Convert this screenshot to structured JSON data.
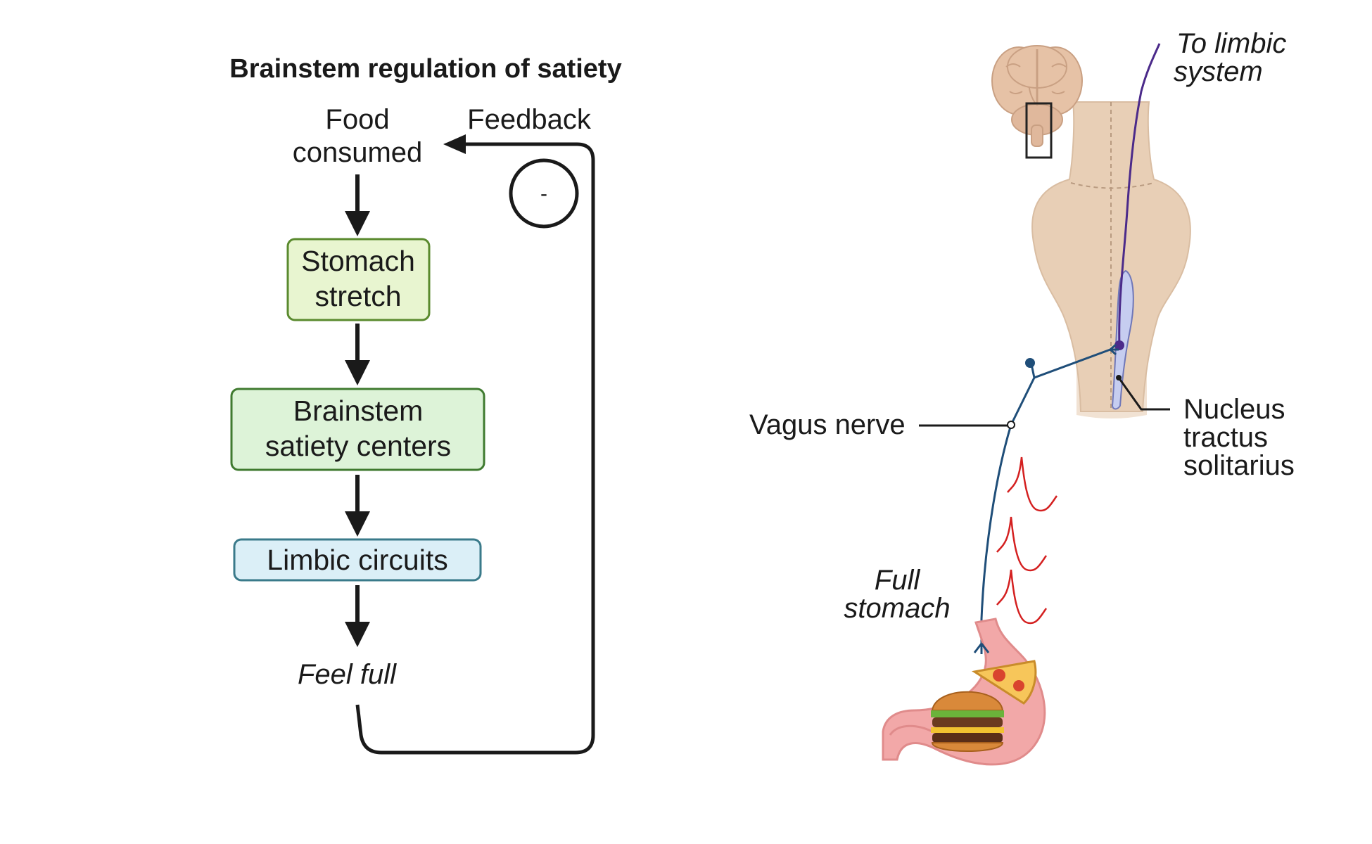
{
  "flowchart": {
    "title": "Brainstem regulation of satiety",
    "start": {
      "line1": "Food",
      "line2": "consumed"
    },
    "feedback": {
      "label": "Feedback",
      "sign": "-"
    },
    "nodes": [
      {
        "line1": "Stomach",
        "line2": "stretch",
        "fill": "#e8f5d0",
        "stroke": "#5a8a2e"
      },
      {
        "line1": "Brainstem",
        "line2": "satiety centers",
        "fill": "#ddf3d8",
        "stroke": "#3f7a2f"
      },
      {
        "line1": "Limbic circuits",
        "fill": "#dbeff7",
        "stroke": "#3a7a8a"
      }
    ],
    "end": "Feel full"
  },
  "anatomy": {
    "to_limbic": {
      "line1": "To limbic",
      "line2": "system"
    },
    "vagus_nerve": "Vagus nerve",
    "nts": {
      "line1": "Nucleus",
      "line2": "tractus",
      "line3": "solitarius"
    },
    "full_stomach": {
      "line1": "Full",
      "line2": "stomach"
    }
  },
  "colors": {
    "arrow": "#1a1a1a",
    "brainstem_fill": "#e8cfb6",
    "brain_fill": "#e6c2a6",
    "nerve": "#1f4e79",
    "limbic_fiber": "#4b2a8a",
    "signal": "#d42020",
    "stomach": "#f2a8a8"
  }
}
